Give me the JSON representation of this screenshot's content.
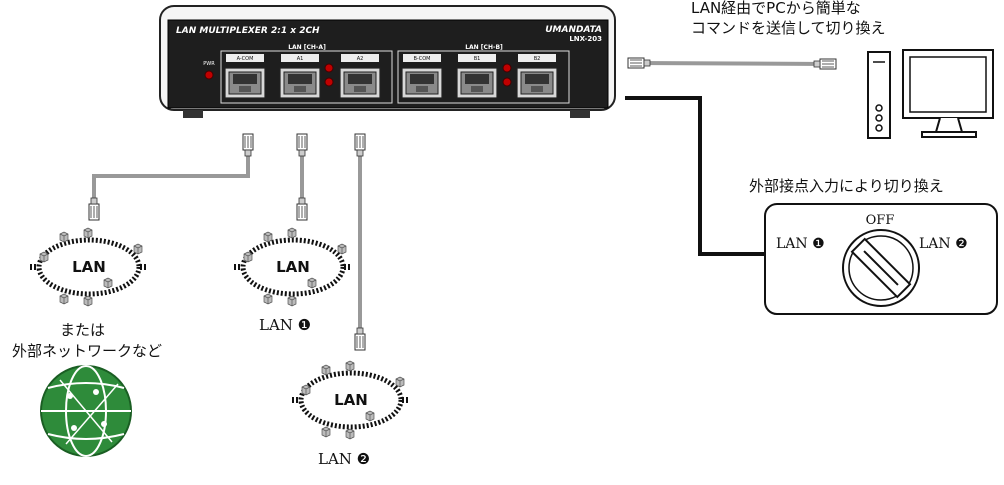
{
  "device": {
    "title": "LAN MULTIPLEXER 2:1 x 2CH",
    "brand": "UMANDATA",
    "model": "LNX-203",
    "pwr_label": "PWR",
    "group_a_label": "LAN [CH-A]",
    "group_b_label": "LAN [CH-B]",
    "ports": [
      "A-COM",
      "A1",
      "A2",
      "B-COM",
      "B1",
      "B2"
    ]
  },
  "captions": {
    "pc_line1": "LAN経由でPCから簡単な",
    "pc_line2": "コマンドを送信して切り換え",
    "switch_caption": "外部接点入力により切り換え",
    "external_line1": "または",
    "external_line2": "外部ネットワークなど",
    "lan1_caption": "LAN ❶",
    "lan2_caption": "LAN ❷"
  },
  "switch": {
    "off_label": "OFF",
    "left_label": "LAN ❶",
    "right_label": "LAN ❷"
  },
  "networks": {
    "cloud_label": "LAN"
  }
}
